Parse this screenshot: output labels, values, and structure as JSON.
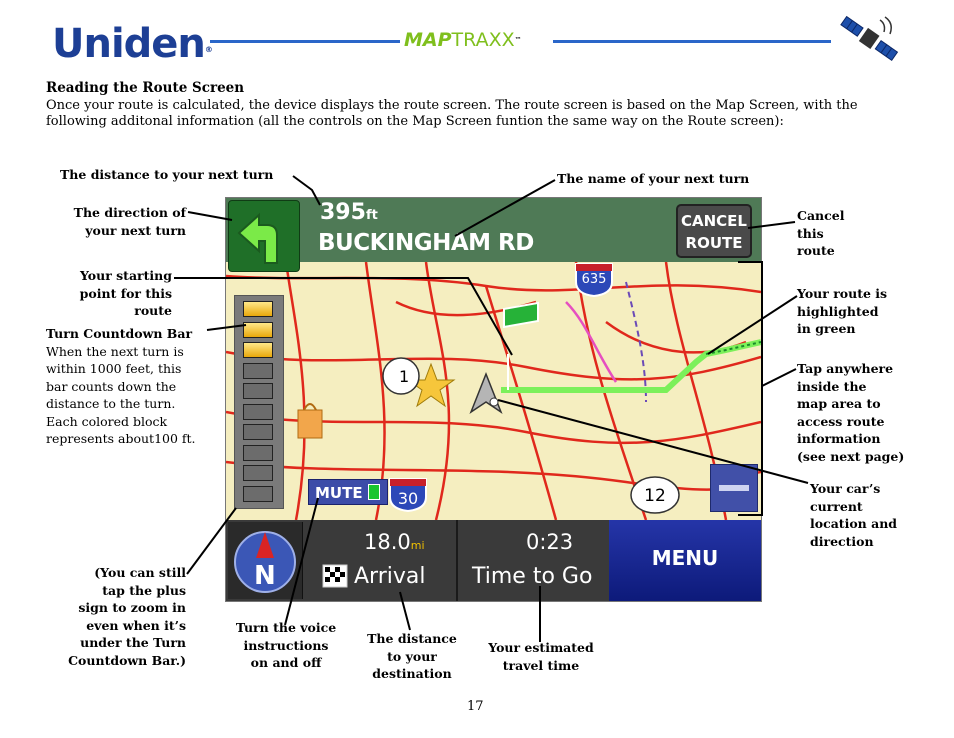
{
  "header": {
    "brand": "Uniden",
    "brand_mark": "®",
    "product_map": "MAP",
    "product_traxx": "TRAXX",
    "product_mark": "™",
    "satellite_icon": "satellite-icon"
  },
  "section": {
    "heading": "Reading the Route Screen",
    "intro": "Once your route is calculated, the device displays the route screen. The route screen is based on the Map Screen, with the following additonal information (all the controls on the Map Screen funtion the same way on the Route screen):"
  },
  "screen": {
    "distance_value": "395",
    "distance_unit": "ft",
    "street_name": "BUCKINGHAM RD",
    "cancel_line1": "CANCEL",
    "cancel_line2": "ROUTE",
    "mute_label": "MUTE",
    "highway_635": "635",
    "highway_30": "30",
    "route_12": "12",
    "route_1": "1",
    "dest_value": "18.0",
    "dest_unit": "mi",
    "dest_caption": "Arrival",
    "time_value": "0:23",
    "time_caption": "Time to Go",
    "menu_label": "MENU",
    "compass_letter": "N",
    "countdown_total": 10,
    "countdown_lit": 3
  },
  "labels": {
    "distance_next_turn": "The distance to your next turn",
    "name_next_turn": "The name of your next turn",
    "direction_line1": "The direction of",
    "direction_line2": "your next turn",
    "cancel_line1": "Cancel",
    "cancel_line2": "this",
    "cancel_line3": "route",
    "start_line1": "Your starting",
    "start_line2": "point for this",
    "start_line3": "route",
    "highlight_line1": "Your route is",
    "highlight_line2": "highlighted",
    "highlight_line3": "in green",
    "countdown_title": "Turn Countdown Bar",
    "countdown_desc1": "When the next turn is",
    "countdown_desc2": "within 1000 feet, this",
    "countdown_desc3": "bar counts down the",
    "countdown_desc4": "distance to the turn.",
    "countdown_desc5": "Each colored block",
    "countdown_desc6": "represents about100 ft.",
    "tap_line1": "Tap anywhere",
    "tap_line2": "inside the",
    "tap_line3": "map area to",
    "tap_line4": "access route",
    "tap_line5": "information",
    "tap_line6": "(see next page)",
    "car_line1": "Your car’s",
    "car_line2": "current",
    "car_line3": "location and",
    "car_line4": "direction",
    "zoom_line1": "(You can still",
    "zoom_line2": "tap the plus",
    "zoom_line3": "sign to zoom in",
    "zoom_line4": "even when it’s",
    "zoom_line5": "under the Turn",
    "zoom_line6": "Countdown Bar.)",
    "voice_line1": "Turn the voice",
    "voice_line2": "instructions",
    "voice_line3": "on and off",
    "dest_line1": "The distance",
    "dest_line2": "to your",
    "dest_line3": "destination",
    "travel_line1": "Your estimated",
    "travel_line2": "travel time"
  },
  "colors": {
    "header_line": "#2a66c9",
    "brand": "#1d3f95",
    "route_green": "#7cf05a",
    "map_road": "#e0281c",
    "menu_blue": "#14207e"
  },
  "footer": {
    "page_number": "17"
  }
}
